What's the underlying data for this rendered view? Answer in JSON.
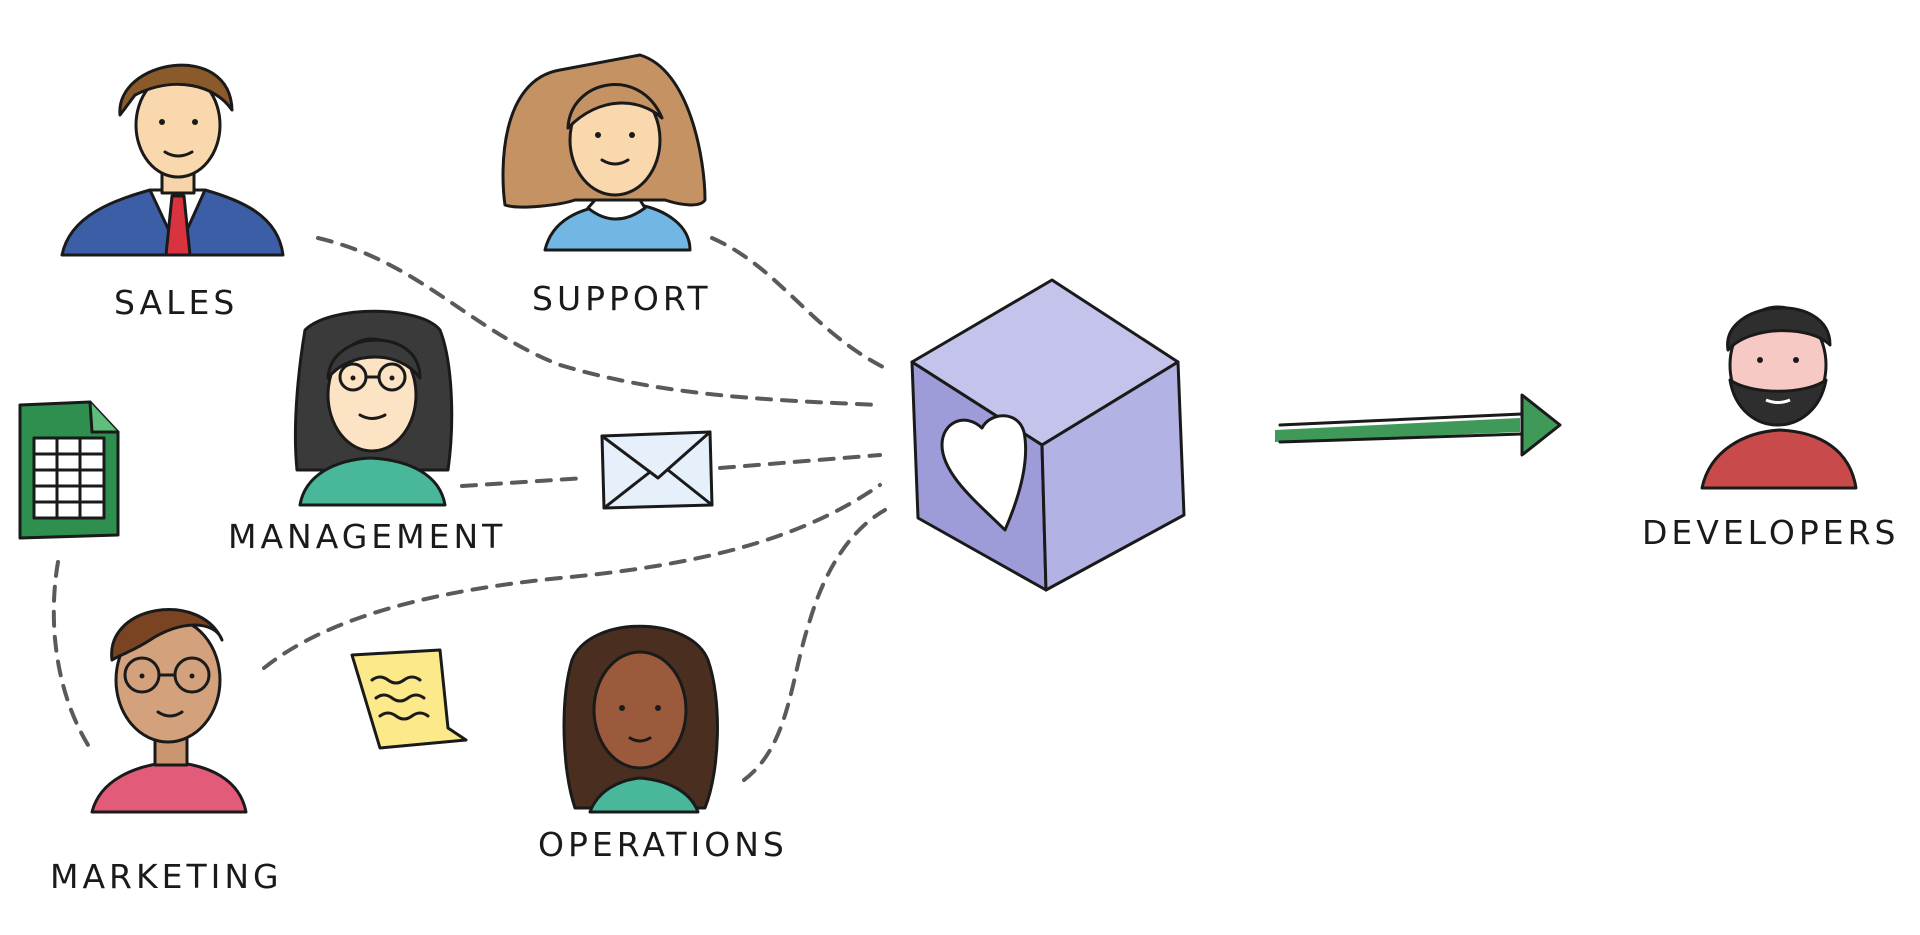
{
  "labels": {
    "sales": "SALES",
    "support": "SUPPORT",
    "management": "MANAGEMENT",
    "marketing": "MARKETING",
    "operations": "OPERATIONS",
    "developers": "DEVELOPERS"
  },
  "colors": {
    "cube": "#a9a8dc",
    "arrow": "#3f9a5a",
    "spreadsheet": "#2f8f4f",
    "sticky_note": "#fbe98a",
    "envelope": "#e6f0fb"
  },
  "icons": [
    "spreadsheet-icon",
    "envelope-icon",
    "sticky-note-icon",
    "heart-cube-icon",
    "arrow-right-icon"
  ]
}
